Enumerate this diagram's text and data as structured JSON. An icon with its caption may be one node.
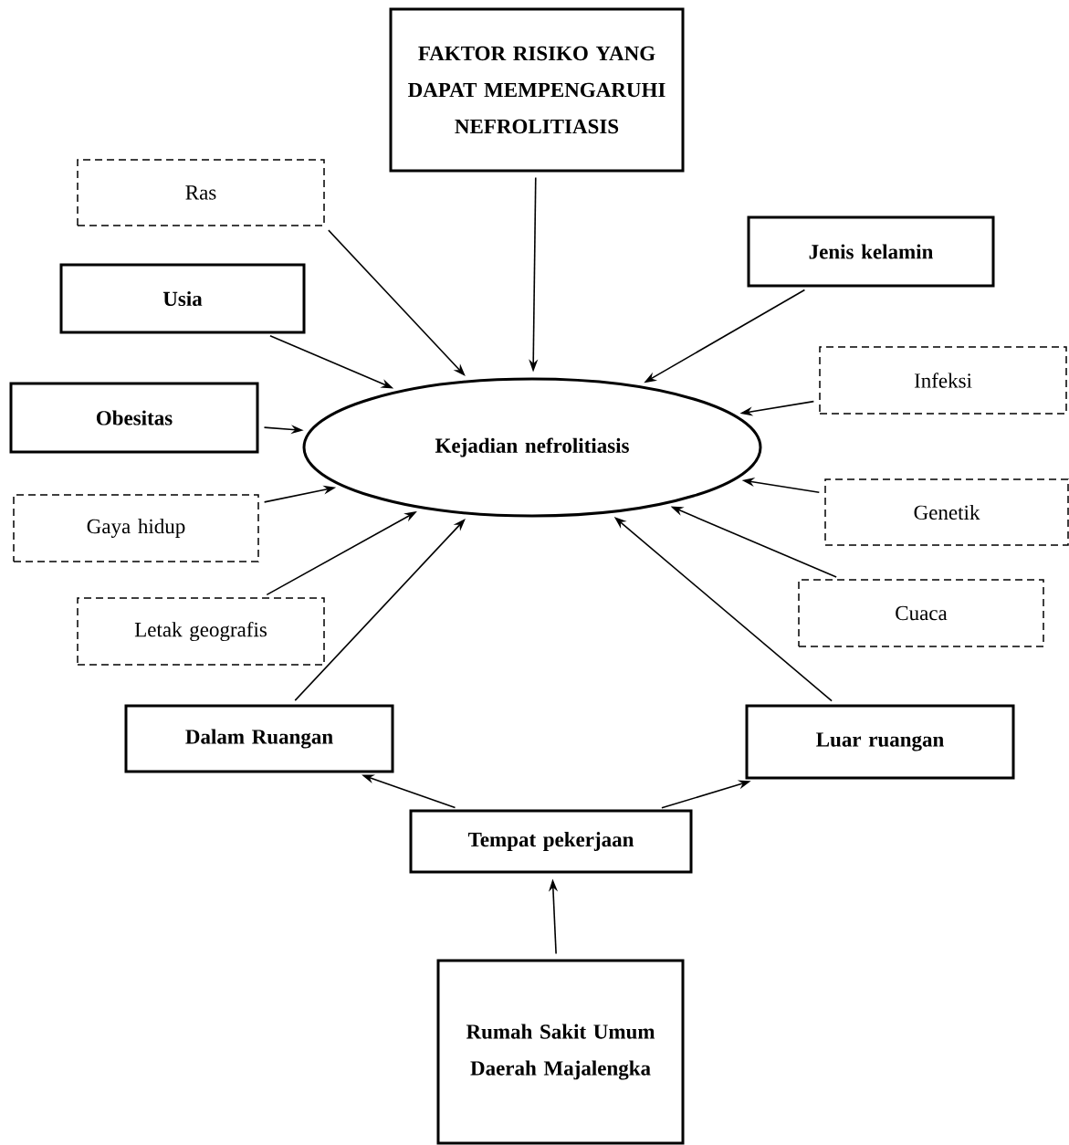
{
  "diagram": {
    "nodes": [
      {
        "text": [
          "FAKTOR RISIKO YANG DAPAT MEMPENGARUHI NEFROLITIASIS"
        ]
      },
      {
        "text": [
          "Ras"
        ]
      },
      {
        "text": [
          "Jenis kelamin"
        ]
      },
      {
        "text": [
          "Usia"
        ]
      },
      {
        "text": [
          "Infeksi"
        ]
      },
      {
        "text": [
          "Obesitas"
        ]
      },
      {
        "text": [
          "Kejadian nefrolitiasis"
        ]
      },
      {
        "text": [
          "Genetik"
        ]
      },
      {
        "text": [
          "Gaya hidup"
        ]
      },
      {
        "text": [
          "Cuaca"
        ]
      },
      {
        "text": [
          "Letak geografis"
        ]
      },
      {
        "text": [
          "Dalam Ruangan"
        ]
      },
      {
        "text": [
          "Luar ruangan"
        ]
      },
      {
        "text": [
          "Tempat pekerjaan"
        ]
      },
      {
        "text": [
          "Rumah Sakit Umum Daerah Majalengka"
        ]
      }
    ],
    "edges": [
      {
        "from": 0,
        "to": 6,
        "arrow": "to"
      },
      {
        "from": 1,
        "to": 6,
        "arrow": "to"
      },
      {
        "from": 2,
        "to": 6,
        "arrow": "to"
      },
      {
        "from": 3,
        "to": 6,
        "arrow": "to"
      },
      {
        "from": 4,
        "to": 6,
        "arrow": "to"
      },
      {
        "from": 5,
        "to": 6,
        "arrow": "to"
      },
      {
        "from": 7,
        "to": 6,
        "arrow": "to"
      },
      {
        "from": 8,
        "to": 6,
        "arrow": "to"
      },
      {
        "from": 9,
        "to": 6,
        "arrow": "to"
      },
      {
        "from": 10,
        "to": 6,
        "arrow": "to"
      },
      {
        "from": 11,
        "to": 6,
        "arrow": "to"
      },
      {
        "from": 12,
        "to": 6,
        "arrow": "to"
      },
      {
        "from": 13,
        "to": 11,
        "arrow": "to"
      },
      {
        "from": 13,
        "to": 12,
        "arrow": "to"
      },
      {
        "from": 14,
        "to": 13,
        "arrow": "to"
      }
    ]
  }
}
